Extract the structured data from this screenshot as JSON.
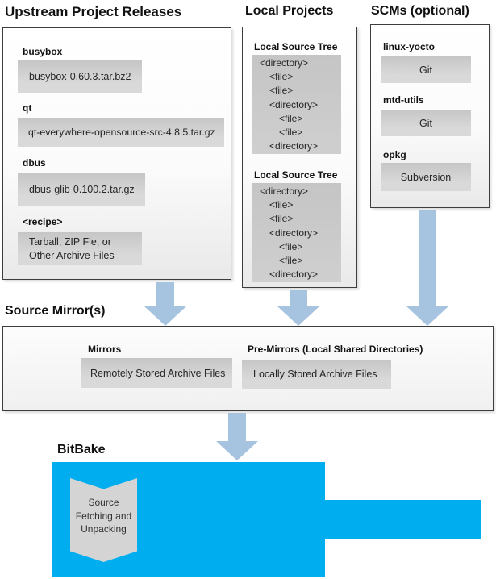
{
  "colors": {
    "accent_cyan": "#00AEEF",
    "arrow_blue": "#A6C3E0",
    "panel_border": "#3D3D3D",
    "box_gray": "#D2D2D2"
  },
  "upstream": {
    "title": "Upstream Project Releases",
    "items": [
      {
        "label": "busybox",
        "file": "busybox-0.60.3.tar.bz2"
      },
      {
        "label": "qt",
        "file": "qt-everywhere-opensource-src-4.8.5.tar.gz"
      },
      {
        "label": "dbus",
        "file": "dbus-glib-0.100.2.tar.gz"
      },
      {
        "label": "<recipe>",
        "file_lines": [
          "Tarball, ZIP Fle, or",
          "Other Archive Files"
        ]
      }
    ]
  },
  "local_projects": {
    "title": "Local Projects",
    "sections": [
      {
        "label": "Local Source Tree"
      },
      {
        "label": "Local Source Tree"
      }
    ],
    "tree_lines": [
      "<directory>",
      "<file>",
      "<file>",
      "<directory>",
      "<file>",
      "<file>",
      "<directory>"
    ],
    "tree_indents": [
      0,
      1,
      1,
      1,
      2,
      2,
      1
    ]
  },
  "scms": {
    "title": "SCMs (optional)",
    "items": [
      {
        "label": "linux-yocto",
        "tool": "Git"
      },
      {
        "label": "mtd-utils",
        "tool": "Git"
      },
      {
        "label": "opkg",
        "tool": "Subversion"
      }
    ]
  },
  "source_mirrors": {
    "title": "Source Mirror(s)",
    "mirrors_label": "Mirrors",
    "mirrors_box": "Remotely Stored Archive Files",
    "premirrors_label": "Pre-Mirrors (Local Shared Directories)",
    "premirrors_box": "Locally Stored Archive Files"
  },
  "bitbake": {
    "title": "BitBake",
    "ribbon_lines": [
      "Source",
      "Fetching and",
      "Unpacking"
    ]
  }
}
